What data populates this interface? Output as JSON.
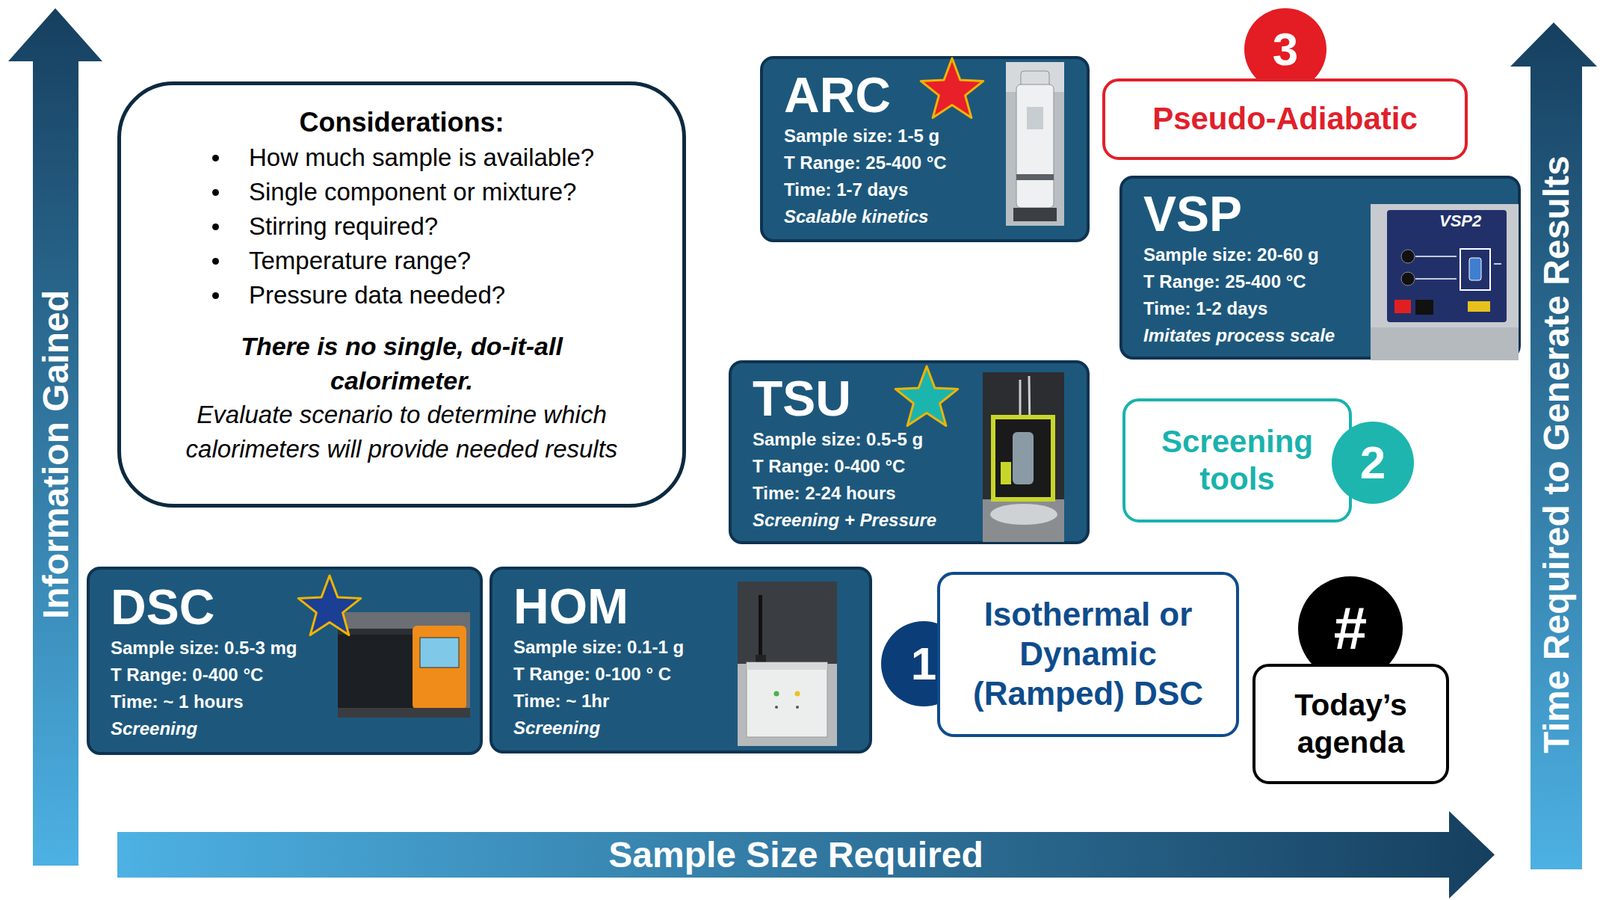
{
  "diagram": {
    "nodes": [
      {
        "text": [
          "Information Gained"
        ]
      },
      {
        "text": [
          "Considerations:",
          "How much sample is available?",
          "Single component or mixture?",
          "Stirring required?",
          "Temperature range?",
          "Pressure data needed?",
          "There is no single, do-it-all calorimeter.",
          "Evaluate scenario to determine which calorimeters will provide needed results"
        ]
      },
      {
        "text": [
          "ARC",
          "Sample size: 1-5 g",
          "T Range: 25-400 °C",
          "Time: 1-7 days",
          "Scalable kinetics"
        ]
      },
      {
        "text": [
          "3"
        ]
      },
      {
        "text": [
          "Pseudo-Adiabatic"
        ]
      },
      {
        "text": [
          "VSP",
          "Sample size: 20-60 g",
          "T Range: 25-400 °C",
          "Time: 1-2 days",
          "Imitates process scale"
        ]
      },
      {
        "text": [
          "TSU",
          "Sample size: 0.5-5 g",
          "T Range: 0-400 °C",
          "Time: 2-24 hours",
          "Screening + Pressure"
        ]
      },
      {
        "text": [
          "Screening tools"
        ]
      },
      {
        "text": [
          "2"
        ]
      },
      {
        "text": [
          "DSC",
          "Sample size: 0.5-3 mg",
          "T Range: 0-400 °C",
          "Time: ~ 1 hours",
          "Screening"
        ]
      },
      {
        "text": [
          "HOM",
          "Sample size: 0.1-1 g",
          "T Range: 0-100 ° C",
          "Time: ~ 1hr",
          "Screening"
        ]
      },
      {
        "text": [
          "1"
        ]
      },
      {
        "text": [
          "Isothermal or Dynamic (Ramped) DSC"
        ]
      },
      {
        "text": [
          "#"
        ]
      },
      {
        "text": [
          "Today’s agenda"
        ]
      },
      {
        "text": [
          "Sample Size Required"
        ]
      },
      {
        "text": [
          "Time Required to Generate Results"
        ]
      }
    ],
    "labels": [
      "VSP2"
    ]
  }
}
